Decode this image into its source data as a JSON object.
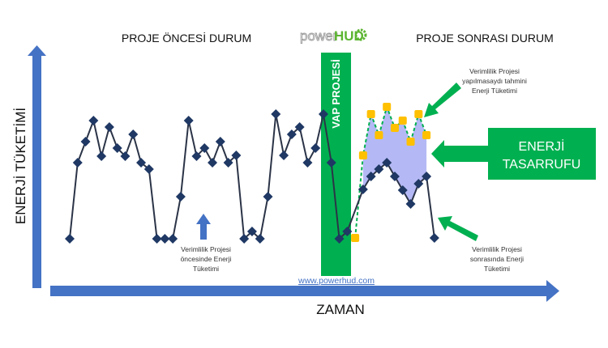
{
  "titles": {
    "before": "PROJE ÖNCESİ DURUM",
    "after": "PROJE SONRASI DURUM"
  },
  "logo": {
    "text_light": "power",
    "text_bold": "HUD"
  },
  "vap_label": "VAP PROJESİ",
  "savings_box": {
    "line1": "ENERJİ",
    "line2": "TASARRUFU"
  },
  "annotations": {
    "predicted": [
      "Verimlilik Projesi",
      "yapılmasaydı tahmini",
      "Enerji Tüketimi"
    ],
    "before": [
      "Verimlilik Projesi",
      "öncesinde Enerji",
      "Tüketimi"
    ],
    "after": [
      "Verimlilik Projesi",
      "sonrasında Enerji",
      "Tüketimi"
    ]
  },
  "website": "www.powerhud.com",
  "colors": {
    "axis": "#4472c4",
    "green": "#00b050",
    "line": "#1f3864",
    "marker_yellow": "#ffc000",
    "fill": "#b4b9f5"
  },
  "chart_data": {
    "type": "line",
    "xlabel": "ZAMAN",
    "ylabel": "ENERJİ TÜKETİMİ",
    "ylim": [
      0,
      170
    ],
    "xlim": [
      0,
      46
    ],
    "series": [
      {
        "name": "actual",
        "points": [
          [
            0,
            5
          ],
          [
            1,
            99
          ],
          [
            2,
            125
          ],
          [
            3,
            151
          ],
          [
            4,
            107
          ],
          [
            5,
            143
          ],
          [
            6,
            117
          ],
          [
            7,
            107
          ],
          [
            8,
            134
          ],
          [
            9,
            99
          ],
          [
            10,
            91
          ],
          [
            11,
            5
          ],
          [
            12,
            5
          ],
          [
            13,
            5
          ],
          [
            14,
            57
          ],
          [
            15,
            151
          ],
          [
            16,
            107
          ],
          [
            17,
            117
          ],
          [
            18,
            99
          ],
          [
            19,
            125
          ],
          [
            20,
            99
          ],
          [
            21,
            108
          ],
          [
            22,
            5
          ],
          [
            23,
            14
          ],
          [
            24,
            5
          ],
          [
            25,
            57
          ],
          [
            26,
            159
          ],
          [
            27,
            108
          ],
          [
            28,
            134
          ],
          [
            29,
            143
          ],
          [
            30,
            99
          ],
          [
            31,
            117
          ],
          [
            32,
            159
          ],
          [
            33,
            99
          ],
          [
            34,
            5
          ],
          [
            35,
            14
          ],
          [
            37,
            66
          ],
          [
            38,
            82
          ],
          [
            39,
            91
          ],
          [
            40,
            99
          ],
          [
            41,
            82
          ],
          [
            42,
            65
          ],
          [
            43,
            48
          ],
          [
            44,
            73
          ],
          [
            45,
            82
          ],
          [
            46,
            6
          ]
        ]
      },
      {
        "name": "predicted",
        "points": [
          [
            36,
            6
          ],
          [
            37,
            108
          ],
          [
            38,
            159
          ],
          [
            39,
            133
          ],
          [
            40,
            168
          ],
          [
            41,
            142
          ],
          [
            42,
            151
          ],
          [
            43,
            125
          ],
          [
            44,
            159
          ],
          [
            45,
            133
          ]
        ]
      }
    ]
  }
}
